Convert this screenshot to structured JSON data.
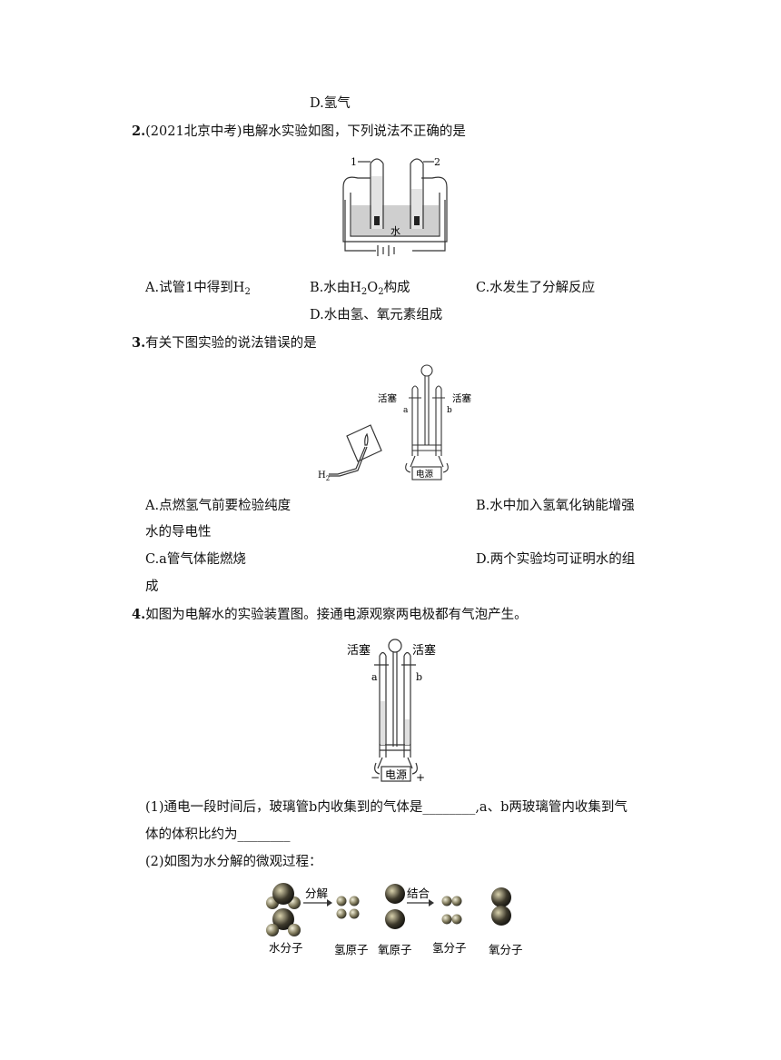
{
  "q1": {
    "option_d": "D.氢气"
  },
  "q2": {
    "number": "2.",
    "stem": "(2021北京中考)电解水实验如图，下列说法不正确的是",
    "figure_labels": {
      "tube1": "1",
      "tube2": "2",
      "water": "水"
    },
    "option_a_pre": "A.试管1中得到H",
    "option_a_sub": "2",
    "option_b_pre": "B.水由H",
    "option_b_sub1": "2",
    "option_b_mid": "O",
    "option_b_sub2": "2",
    "option_b_post": "构成",
    "option_c": "C.水发生了分解反应",
    "option_d": "D.水由氢、氧元素组成"
  },
  "q3": {
    "number": "3.",
    "stem": "有关下图实验的说法错误的是",
    "figure_labels": {
      "left_valve": "活塞",
      "right_valve": "活塞",
      "tube_a": "a",
      "tube_b": "b",
      "power": "电源",
      "gas": "H",
      "gas_sub": "2"
    },
    "option_a": "A.点燃氢气前要检验纯度",
    "option_b_line1": "B.水中加入氢氧化钠能增强",
    "option_b_line2": "水的导电性",
    "option_c": "C.a管气体能燃烧",
    "option_d_line1": "D.两个实验均可证明水的组",
    "option_d_line2": "成"
  },
  "q4": {
    "number": "4.",
    "stem": "如图为电解水的实验装置图。接通电源观察两电极都有气泡产生。",
    "figure_labels": {
      "left_valve": "活塞",
      "right_valve": "活塞",
      "tube_a": "a",
      "tube_b": "b",
      "power": "电源",
      "minus": "−",
      "plus": "+"
    },
    "sub1_line1": "(1)通电一段时间后，玻璃管b内收集到的气体是________,a、b两玻璃管内收集到气",
    "sub1_line2": "体的体积比约为________",
    "sub2": "(2)如图为水分解的微观过程：",
    "micro_labels": {
      "decompose": "分解",
      "combine": "结合",
      "water_molecule": "水分子",
      "hydrogen_atom": "氢原子",
      "oxygen_atom": "氧原子",
      "hydrogen_molecule": "氢分子",
      "oxygen_molecule": "氧分子"
    }
  }
}
